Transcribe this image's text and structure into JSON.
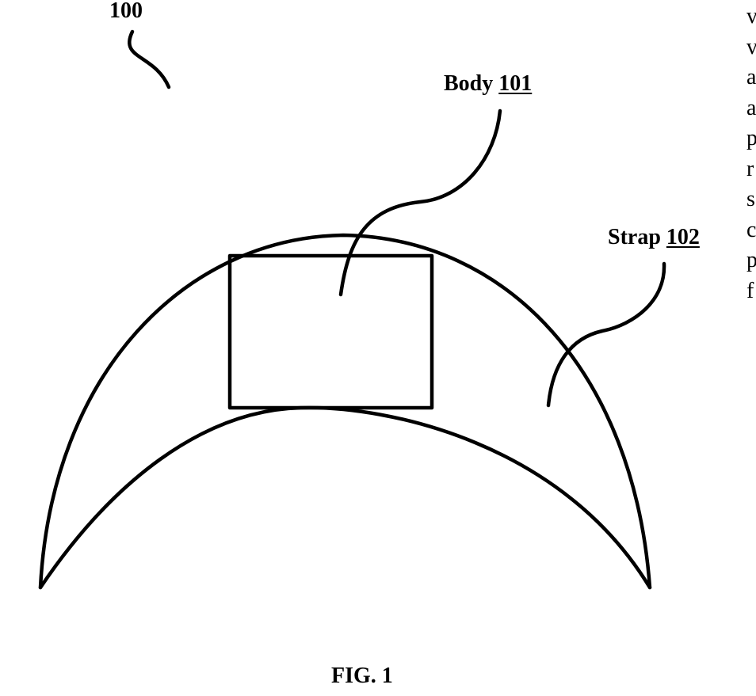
{
  "figure": {
    "reference_numeral": "100",
    "caption": "FIG. 1",
    "body_label": {
      "text": "Body",
      "numeral": "101"
    },
    "strap_label": {
      "text": "Strap",
      "numeral": "102"
    },
    "side_text_fragment": [
      "v",
      "v",
      "a",
      "a",
      "p",
      "r",
      "s",
      "c",
      "p",
      "f"
    ]
  },
  "colors": {
    "ink": "#000000",
    "background": "#ffffff"
  }
}
